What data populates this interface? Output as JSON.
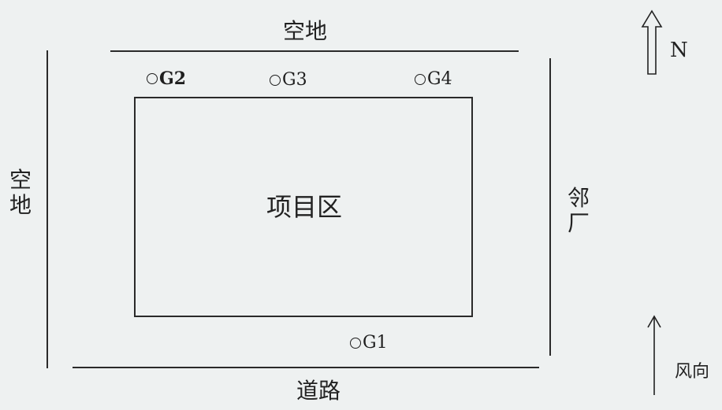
{
  "surroundings": {
    "north": "空地",
    "south": "道路",
    "west": "空地",
    "east": "邻厂"
  },
  "project_area": "项目区",
  "monitoring_points": [
    {
      "id": "G2"
    },
    {
      "id": "G3"
    },
    {
      "id": "G4"
    },
    {
      "id": "G1"
    }
  ],
  "compass": {
    "label": "N",
    "icon": "north-arrow-icon"
  },
  "wind": {
    "label": "风向",
    "icon": "wind-direction-arrow-icon"
  }
}
